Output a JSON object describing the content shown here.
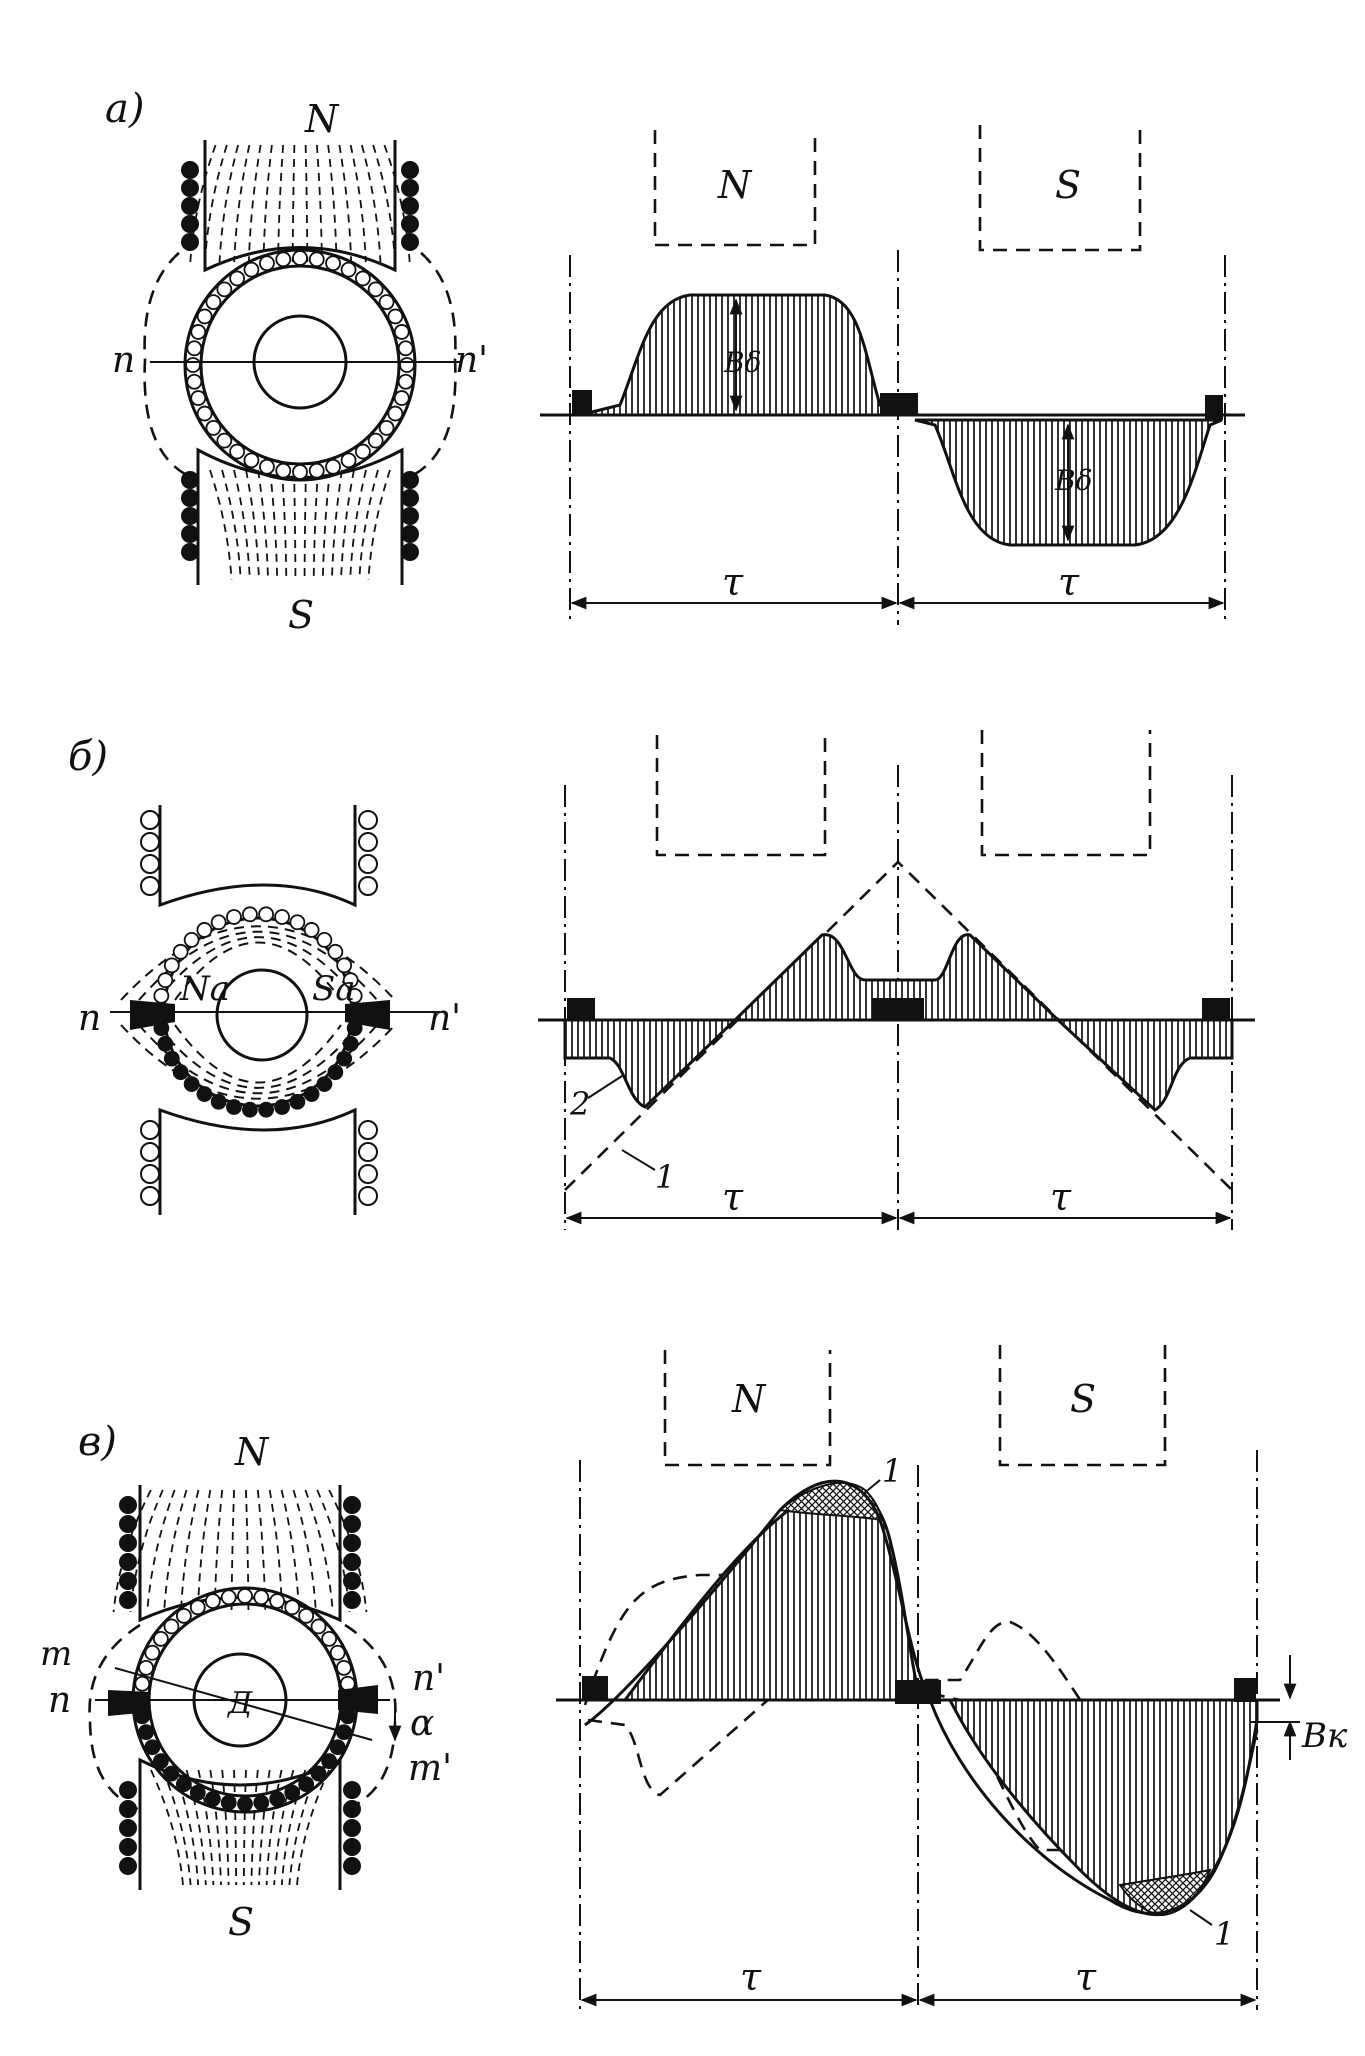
{
  "panels": [
    {
      "id": "a",
      "letter": "а)",
      "top_pole": "N",
      "bottom_pole": "S",
      "axis_left": "n",
      "axis_right": "n'",
      "chart_pole_left": "N",
      "chart_pole_right": "S",
      "curve_label_pos": "Bδ",
      "curve_label_neg": "Bδ",
      "span_left": "τ",
      "span_right": "τ"
    },
    {
      "id": "b",
      "letter": "б)",
      "armature_left": "Na",
      "armature_right": "Sa",
      "axis_left": "n",
      "axis_right": "n'",
      "curve_labels": [
        "2",
        "1"
      ],
      "span_left": "τ",
      "span_right": "τ"
    },
    {
      "id": "c",
      "letter": "в)",
      "top_pole": "N",
      "bottom_pole": "S",
      "axis_left": "n",
      "axis_right": "n'",
      "axis2_left": "m",
      "axis2_right": "m'",
      "angle": "α",
      "rotor": "Д",
      "chart_pole_left": "N",
      "chart_pole_right": "S",
      "curve_labels": [
        "1",
        "1"
      ],
      "bk": "Bк",
      "span_left": "τ",
      "span_right": "τ"
    }
  ]
}
